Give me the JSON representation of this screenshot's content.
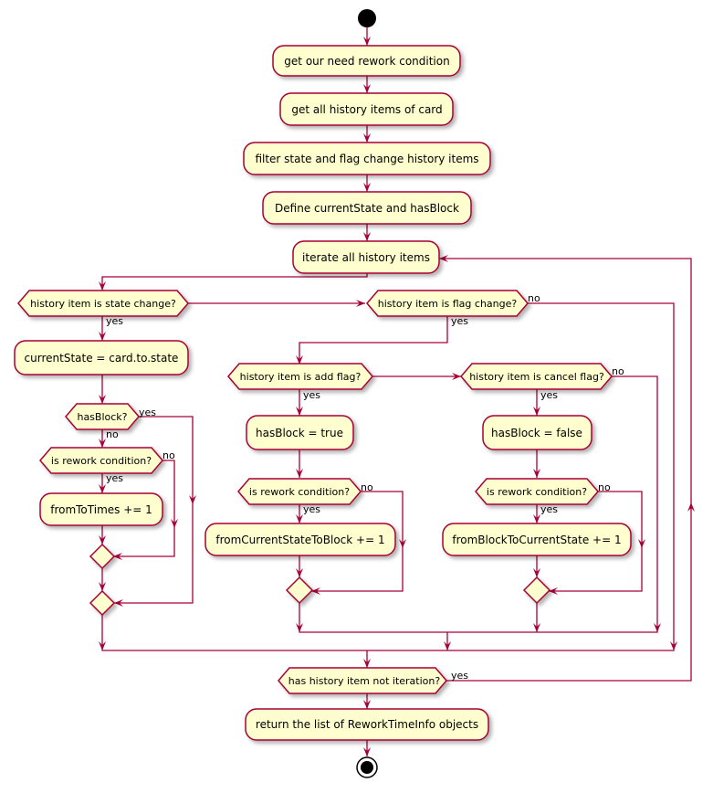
{
  "activities": {
    "get_condition": "get our need rework condition",
    "get_history": "get all history items of card",
    "filter_items": "filter state and flag change history items",
    "define_vars": "Define currentState and hasBlock",
    "iterate": "iterate all history items",
    "set_current_state": "currentState = card.to.state",
    "from_to_times": "fromToTimes += 1",
    "has_block_true": "hasBlock = true",
    "from_current_to_block": "fromCurrentStateToBlock += 1",
    "has_block_false": "hasBlock = false",
    "from_block_to_current": "fromBlockToCurrentState += 1",
    "return_list": "return the list of ReworkTimeInfo objects"
  },
  "conditions": {
    "is_state_change": "history item is state change?",
    "has_block": "hasBlock?",
    "is_rework_1": "is rework condition?",
    "is_flag_change": "history item is flag change?",
    "is_add_flag": "history item is add flag?",
    "is_rework_2": "is rework condition?",
    "is_cancel_flag": "history item is cancel flag?",
    "is_rework_3": "is rework condition?",
    "not_iterated": "has history item not iteration?"
  },
  "labels": {
    "yes": "yes",
    "no": "no"
  },
  "colors": {
    "node_fill": "#FEFECE",
    "border": "#A80036",
    "start_stop": "#000000"
  }
}
